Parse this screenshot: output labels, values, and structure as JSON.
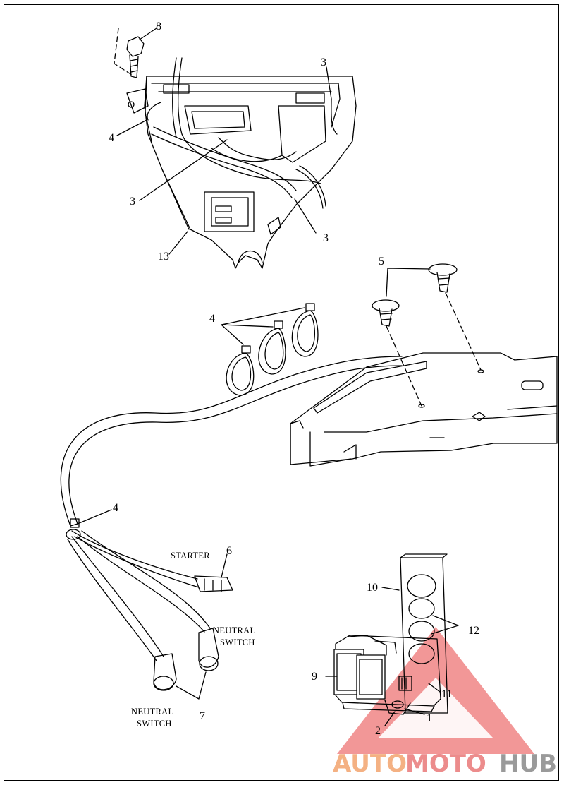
{
  "callouts": {
    "c1": "1",
    "c2": "2",
    "c3a": "3",
    "c3b": "3",
    "c3c": "3",
    "c4a": "4",
    "c4b": "4",
    "c4c": "4",
    "c5": "5",
    "c6": "6",
    "c7": "7",
    "c8": "8",
    "c9": "9",
    "c10": "10",
    "c11": "11",
    "c12": "12",
    "c13": "13"
  },
  "captions": {
    "starter": "STARTER",
    "neutral_switch_upper_1": "NEUTRAL",
    "neutral_switch_upper_2": "SWITCH",
    "neutral_switch_lower_1": "NEUTRAL",
    "neutral_switch_lower_2": "SWITCH"
  },
  "watermark": {
    "part1": "AUTO",
    "part2": "MOTO",
    "part3": "HUB",
    "color_auto": "#f4b183",
    "color_moto": "#ec8c8c",
    "color_hub": "#9a9a9a",
    "triangle_color": "#ee7a7a"
  },
  "colors": {
    "line": "#000000",
    "background": "#ffffff"
  }
}
